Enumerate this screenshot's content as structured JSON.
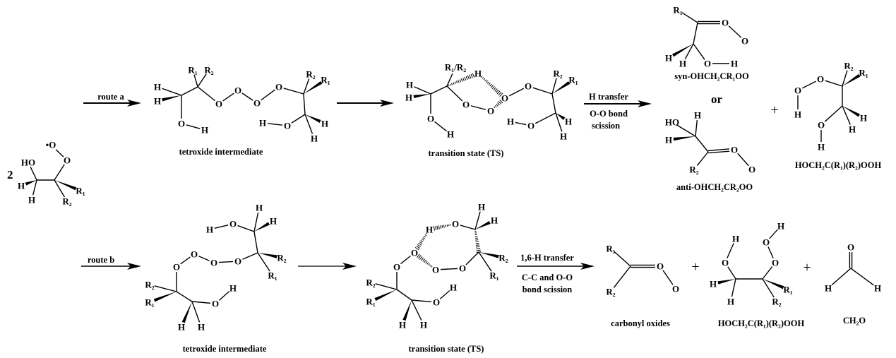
{
  "atoms": {
    "H": "H",
    "O": "O",
    "HO": "HO",
    "Orad": "•O",
    "R1": "R₁",
    "R2": "R₂",
    "R1R2": "R₁/R₂"
  },
  "reactant": {
    "coefficient": "2"
  },
  "route_a": {
    "arrow_label": "route a",
    "intermediate_caption": "tetroxide intermediate",
    "ts_caption": "transition state (TS)",
    "step_label_1": "H transfer",
    "step_label_2": "O-O bond",
    "step_label_3": "scission",
    "syn_product": "syn-OHCH₂CR₁OO",
    "or_label": "or",
    "anti_product": "anti-OHCH₂CR₂OO",
    "plus": "+",
    "hydroperoxide": "HOCH₂C(R₁)(R₂)OOH"
  },
  "route_b": {
    "arrow_label": "route b",
    "intermediate_caption": "tetroxide intermediate",
    "ts_caption": "transition state (TS)",
    "step_label_1": "1,6-H transfer",
    "step_label_2": "C-C and O-O",
    "step_label_3": "bond scission",
    "carbonyl_oxides": "carbonyl oxides",
    "plus_1": "+",
    "hydroperoxide": "HOCH₂C(R₁)(R₂)OOH",
    "plus_2": "+",
    "formaldehyde": "CH₂O"
  }
}
